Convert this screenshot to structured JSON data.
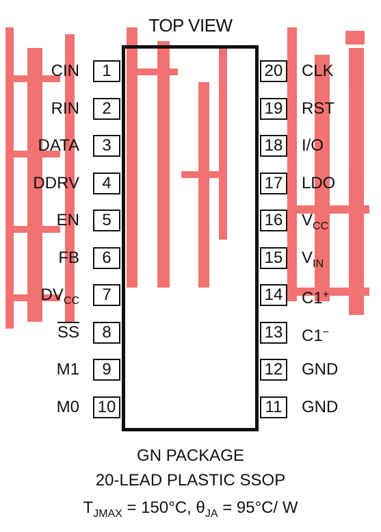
{
  "colors": {
    "line": "#111111",
    "watermark": "#f05a5a"
  },
  "title": "TOP VIEW",
  "pins_left": [
    {
      "num": "1",
      "name": "CIN"
    },
    {
      "num": "2",
      "name": "RIN"
    },
    {
      "num": "3",
      "name": "DATA"
    },
    {
      "num": "4",
      "name": "DDRV"
    },
    {
      "num": "5",
      "name": "EN"
    },
    {
      "num": "6",
      "name": "FB"
    },
    {
      "num": "7",
      "name": "DV",
      "sub": "CC"
    },
    {
      "num": "8",
      "name": "SS",
      "overline": true
    },
    {
      "num": "9",
      "name": "M1"
    },
    {
      "num": "10",
      "name": "M0"
    }
  ],
  "pins_right": [
    {
      "num": "20",
      "name": "CLK"
    },
    {
      "num": "19",
      "name": "RST"
    },
    {
      "num": "18",
      "name": "I/O"
    },
    {
      "num": "17",
      "name": "LDO"
    },
    {
      "num": "16",
      "name": "V",
      "sub": "CC"
    },
    {
      "num": "15",
      "name": "V",
      "sub": "IN"
    },
    {
      "num": "14",
      "name": "C1",
      "sup": "+"
    },
    {
      "num": "13",
      "name": "C1",
      "sup": "−"
    },
    {
      "num": "12",
      "name": "GND"
    },
    {
      "num": "11",
      "name": "GND"
    }
  ],
  "footer": {
    "line1": "GN PACKAGE",
    "line2": "20-LEAD PLASTIC SSOP",
    "line3_prefix": "T",
    "line3_sub1": "JMAX",
    "line3_mid": " = 150°C, θ",
    "line3_sub2": "JA",
    "line3_suffix": " = 95°C/ W"
  }
}
